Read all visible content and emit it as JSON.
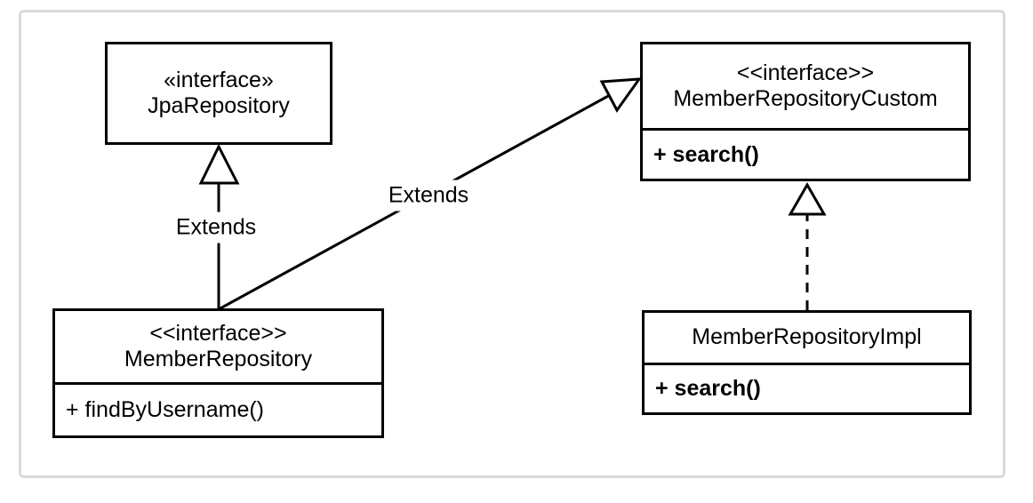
{
  "diagram": {
    "type": "uml-class-diagram",
    "colors": {
      "box_border": "#000000",
      "box_fill": "#ffffff",
      "frame_border": "#d9d9d9",
      "background": "#ffffff",
      "text": "#000000"
    },
    "classes": [
      {
        "id": "jpa",
        "stereotype": "«interface»",
        "name": "JpaRepository",
        "methods": []
      },
      {
        "id": "custom",
        "stereotype": "<<interface>>",
        "name": "MemberRepositoryCustom",
        "methods": [
          {
            "label": "+ search()",
            "bold": true
          }
        ]
      },
      {
        "id": "member",
        "stereotype": "<<interface>>",
        "name": "MemberRepository",
        "methods": [
          {
            "label": "+ findByUsername()",
            "bold": false
          }
        ]
      },
      {
        "id": "impl",
        "stereotype": "",
        "name": "MemberRepositoryImpl",
        "methods": [
          {
            "label": "+ search()",
            "bold": true
          }
        ]
      }
    ],
    "edges": [
      {
        "from": "MemberRepository",
        "to": "JpaRepository",
        "label": "Extends",
        "line_style": "solid",
        "arrowhead": "hollow-triangle"
      },
      {
        "from": "MemberRepository",
        "to": "MemberRepositoryCustom",
        "label": "Extends",
        "line_style": "solid",
        "arrowhead": "hollow-triangle"
      },
      {
        "from": "MemberRepositoryImpl",
        "to": "MemberRepositoryCustom",
        "label": "",
        "line_style": "dashed",
        "arrowhead": "hollow-triangle"
      }
    ]
  }
}
